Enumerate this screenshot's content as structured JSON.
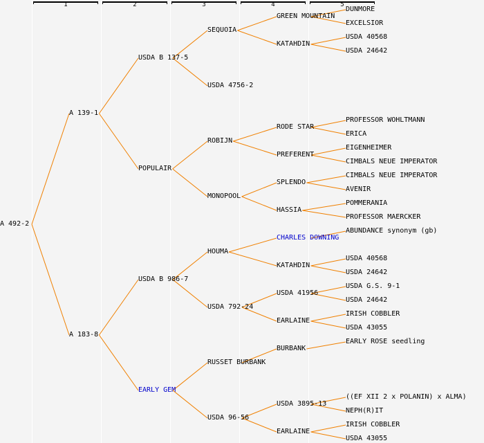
{
  "generations": [
    "1",
    "2",
    "3",
    "4",
    "5"
  ],
  "colors": {
    "line": "#f08000",
    "text": "#000000",
    "link": "#0000cc",
    "background": "#f4f4f4"
  },
  "tree": {
    "name": "A 492-2",
    "children": [
      {
        "name": "A 139-1",
        "children": [
          {
            "name": "USDA B 137-5",
            "children": [
              {
                "name": "SEQUOIA",
                "children": [
                  {
                    "name": "GREEN MOUNTAIN",
                    "children": [
                      {
                        "name": "DUNMORE"
                      },
                      {
                        "name": "EXCELSIOR"
                      }
                    ]
                  },
                  {
                    "name": "KATAHDIN",
                    "children": [
                      {
                        "name": "USDA 40568"
                      },
                      {
                        "name": "USDA 24642"
                      }
                    ]
                  }
                ]
              },
              {
                "name": "USDA 4756-2"
              }
            ]
          },
          {
            "name": "POPULAIR",
            "children": [
              {
                "name": "ROBIJN",
                "children": [
                  {
                    "name": "RODE STAR",
                    "children": [
                      {
                        "name": "PROFESSOR WOHLTMANN"
                      },
                      {
                        "name": "ERICA"
                      }
                    ]
                  },
                  {
                    "name": "PREFERENT",
                    "children": [
                      {
                        "name": "EIGENHEIMER"
                      },
                      {
                        "name": "CIMBALS NEUE IMPERATOR"
                      }
                    ]
                  }
                ]
              },
              {
                "name": "MONOPOOL",
                "children": [
                  {
                    "name": "SPLENDO",
                    "children": [
                      {
                        "name": "CIMBALS NEUE IMPERATOR"
                      },
                      {
                        "name": "AVENIR"
                      }
                    ]
                  },
                  {
                    "name": "HASSIA",
                    "children": [
                      {
                        "name": "POMMERANIA"
                      },
                      {
                        "name": "PROFESSOR MAERCKER"
                      }
                    ]
                  }
                ]
              }
            ]
          }
        ]
      },
      {
        "name": "A 183-8",
        "children": [
          {
            "name": "USDA B 986-7",
            "children": [
              {
                "name": "HOUMA",
                "children": [
                  {
                    "name": "CHARLES DOWNING",
                    "link": true,
                    "children": [
                      {
                        "name": "ABUNDANCE synonym (gb)"
                      }
                    ]
                  },
                  {
                    "name": "KATAHDIN",
                    "children": [
                      {
                        "name": "USDA 40568"
                      },
                      {
                        "name": "USDA 24642"
                      }
                    ]
                  }
                ]
              },
              {
                "name": "USDA 792-24",
                "children": [
                  {
                    "name": "USDA 41956",
                    "children": [
                      {
                        "name": "USDA G.S. 9-1"
                      },
                      {
                        "name": "USDA 24642"
                      }
                    ]
                  },
                  {
                    "name": "EARLAINE",
                    "children": [
                      {
                        "name": "IRISH COBBLER"
                      },
                      {
                        "name": "USDA 43055"
                      }
                    ]
                  }
                ]
              }
            ]
          },
          {
            "name": "EARLY GEM",
            "link": true,
            "children": [
              {
                "name": "RUSSET BURBANK",
                "children": [
                  {
                    "name": "BURBANK",
                    "children": [
                      {
                        "name": "EARLY ROSE seedling"
                      }
                    ]
                  }
                ]
              },
              {
                "name": "USDA 96-56",
                "children": [
                  {
                    "name": "USDA 3895-13",
                    "children": [
                      {
                        "name": "((EF XII 2 x POLANIN) x ALMA)"
                      },
                      {
                        "name": "NEPH(R)IT"
                      }
                    ]
                  },
                  {
                    "name": "EARLAINE",
                    "children": [
                      {
                        "name": "IRISH COBBLER"
                      },
                      {
                        "name": "USDA 43055"
                      }
                    ]
                  }
                ]
              }
            ]
          }
        ]
      }
    ]
  }
}
